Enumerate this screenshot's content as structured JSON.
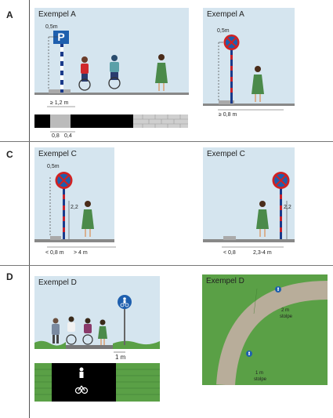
{
  "rows": {
    "a": "A",
    "c": "C",
    "d": "D"
  },
  "panels": {
    "a1": {
      "title": "Exempel A",
      "sign_letter": "P",
      "top_dim": "0,5m",
      "dim_ge": "≥ 1,2 m",
      "strip_left": "0,8",
      "strip_right": "0,4"
    },
    "a2": {
      "title": "Exempel A",
      "top_dim": "0,5m",
      "dim_ge": "≥ 0,8 m"
    },
    "c1": {
      "title": "Exempel C",
      "top_dim": "0,5m",
      "height_dim": "2,2",
      "dim_left": "< 0,8 m",
      "dim_right": "> 4 m"
    },
    "c2": {
      "title": "Exempel C",
      "height_dim": "2,2",
      "dim_left": "< 0,8",
      "dim_right": "2,3-4 m"
    },
    "d1": {
      "title": "Exempel D",
      "dim": "1 m"
    },
    "d2": {
      "title": "Exempel D",
      "label_top_1": "2 m",
      "label_top_2": "stolpe",
      "label_bottom_1": "1 m",
      "label_bottom_2": "stolpe"
    }
  },
  "colors": {
    "sky": "#d5e5ef",
    "grass": "#5aa046",
    "road": "#000000",
    "sign_blue": "#1e5fae",
    "sign_red": "#d22222",
    "pole_red": "#c8202a"
  }
}
